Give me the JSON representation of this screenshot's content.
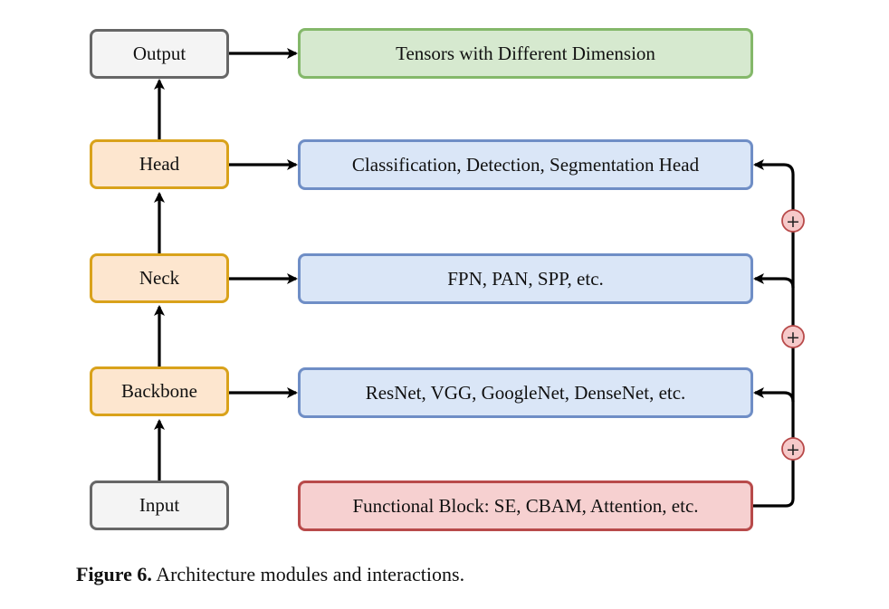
{
  "colors": {
    "io_fill": "#f4f4f4",
    "io_border": "#666666",
    "stage_fill": "#fde6cf",
    "stage_border": "#d9a21b",
    "output_desc_fill": "#d6e9cf",
    "output_desc_border": "#84b86a",
    "desc_fill": "#dae6f7",
    "desc_border": "#6f8ec6",
    "functional_fill": "#f6d0d0",
    "functional_border": "#b84a4a",
    "plus_fill": "#f6c9c9",
    "plus_border": "#b84a4a",
    "arrow": "#000000"
  },
  "diagram": {
    "stages": {
      "output": "Output",
      "head": "Head",
      "neck": "Neck",
      "backbone": "Backbone",
      "input": "Input"
    },
    "descriptions": {
      "output": "Tensors with Different Dimension",
      "head": "Classification, Detection, Segmentation Head",
      "neck": "FPN, PAN, SPP, etc.",
      "backbone": "ResNet, VGG, GoogleNet, DenseNet, etc.",
      "functional": "Functional Block: SE, CBAM, Attention, etc."
    },
    "plus_symbol": "+"
  },
  "caption": {
    "label": "Figure 6.",
    "text": " Architecture modules and interactions."
  }
}
